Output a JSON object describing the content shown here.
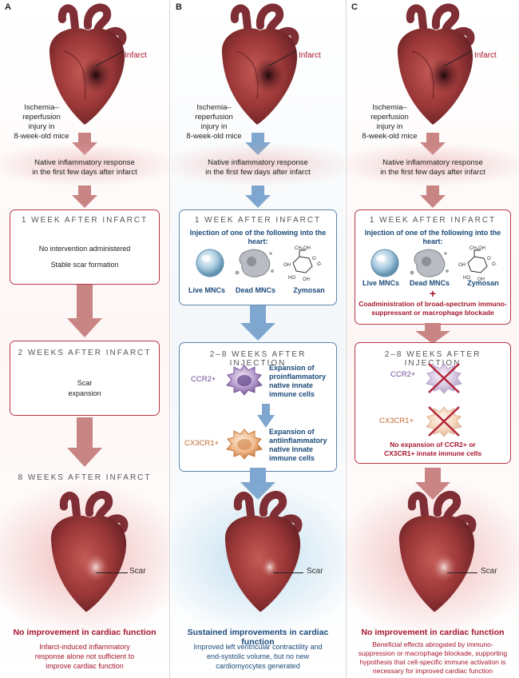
{
  "colors": {
    "red": "#a5162e",
    "blue": "#1b4a7a",
    "arrow_red": "#c98484",
    "arrow_blue": "#7ea6cf"
  },
  "panels": [
    {
      "letter": "A",
      "infarct": "Infarct",
      "injury": [
        "Ischemia–",
        "reperfusion",
        "injury in",
        "8-week-old mice"
      ],
      "inflammatory": [
        "Native inflammatory response",
        "in the first few days  after infarct"
      ],
      "week1_title": "1 WEEK AFTER INFARCT",
      "week1_lines": [
        "No intervention administered",
        "Stable scar formation"
      ],
      "week2_title": "2 WEEKS AFTER INFARCT",
      "week2_lines": [
        "Scar",
        "expansion"
      ],
      "week8_title": "8 WEEKS AFTER INFARCT",
      "scar": "Scar",
      "result_title": "No improvement in cardiac function",
      "result_lines": [
        "Infarct-induced inflammatory",
        "response alone not sufficient to",
        "improve cardiac function"
      ]
    },
    {
      "letter": "B",
      "infarct": "Infarct",
      "injury": [
        "Ischemia–",
        "reperfusion",
        "injury in",
        "8-week-old mice"
      ],
      "inflammatory": [
        "Native inflammatory response",
        "in the first few days after infarct"
      ],
      "week1_title": "1 WEEK AFTER INFARCT",
      "injection": "Injection of one of the following into the heart:",
      "cells": [
        "Live MNCs",
        "Dead MNCs",
        "Zymosan"
      ],
      "week2_title": "2–8 WEEKS AFTER INJECTION",
      "ccr2": "CCR2+",
      "ccr2_text": [
        "Expansion of",
        "proinflammatory",
        "native innate",
        "immune cells"
      ],
      "cx3": "CX3CR1+",
      "cx3_text": [
        "Expansion of",
        "antiinflammatory",
        "native innate",
        "immune cells"
      ],
      "scar": "Scar",
      "result_title": "Sustained improvements in cardiac function",
      "result_lines": [
        "Improved left ventricular contractility and",
        "end-systolic volume, but no new",
        "cardiomyocytes generated"
      ]
    },
    {
      "letter": "C",
      "infarct": "Infarct",
      "injury": [
        "Ischemia–",
        "reperfusion",
        "injury in",
        "8-week-old mice"
      ],
      "inflammatory": [
        "Native inflammatory response",
        "in the first few days after infarct"
      ],
      "week1_title": "1 WEEK AFTER INFARCT",
      "injection": "Injection of one of the following into the heart:",
      "cells": [
        "Live MNCs",
        "Dead MNCs",
        "Zymosan"
      ],
      "plus": "+",
      "coadmin": [
        "Coadministration of broad-spectrum immuno-",
        "suppressant or macrophage blockade"
      ],
      "week2_title": "2–8 WEEKS  AFTER INJECTION",
      "ccr2": "CCR2+",
      "cx3": "CX3CR1+",
      "no_expansion": [
        "No expansion of CCR2+ or",
        "CX3CR1+ innate immune cells"
      ],
      "scar": "Scar",
      "result_title": "No improvement in cardiac function",
      "result_lines": [
        "Beneficial effects abrogated by immuno-",
        "suppression or macrophage blockade, supporting",
        "hypothesis that cell-specific immune activation is",
        "necessary for improved cardiac function"
      ]
    }
  ]
}
